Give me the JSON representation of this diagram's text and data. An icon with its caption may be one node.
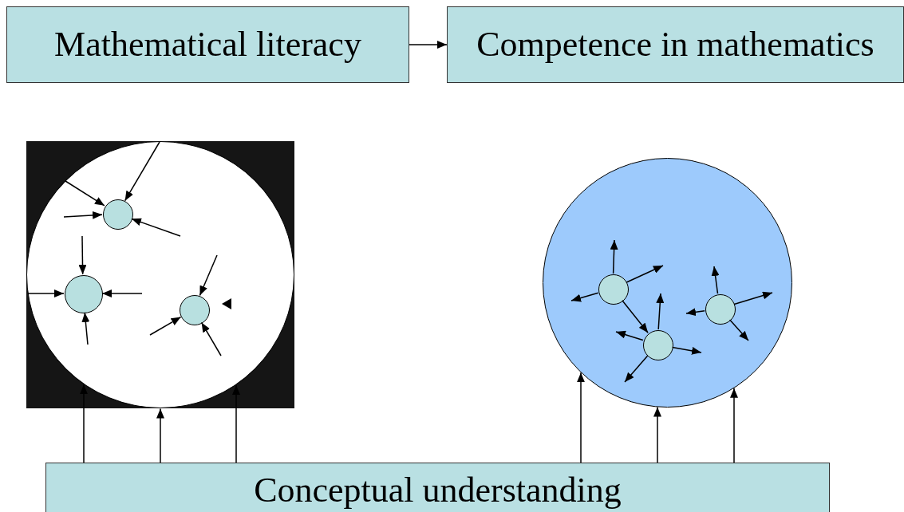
{
  "diagram": {
    "nodes": [
      {
        "text": [
          "Mathematical literacy"
        ]
      },
      {
        "text": [
          "Competence in mathematics"
        ]
      },
      {
        "text": [],
        "shape": "box"
      },
      {
        "text": [],
        "shape": "circle",
        "in": 2
      },
      {
        "text": [],
        "shape": "circle",
        "in": 3
      },
      {
        "text": [],
        "shape": "circle",
        "in": 3
      },
      {
        "text": [],
        "shape": "circle",
        "in": 3
      },
      {
        "text": [],
        "shape": "circle"
      },
      {
        "text": [],
        "shape": "circle",
        "in": 7
      },
      {
        "text": [],
        "shape": "circle",
        "in": 7
      },
      {
        "text": [],
        "shape": "circle",
        "in": 7
      },
      {
        "text": [
          "Conceptual understanding"
        ]
      }
    ],
    "edges": [
      {
        "from": 0,
        "to": 1,
        "arrow": "to"
      },
      {
        "from": 11,
        "to": 3,
        "arrow": "to"
      },
      {
        "from": 11,
        "to": 3,
        "arrow": "to"
      },
      {
        "from": 11,
        "to": 3,
        "arrow": "to"
      },
      {
        "from": 11,
        "to": 7,
        "arrow": "to"
      },
      {
        "from": 11,
        "to": 7,
        "arrow": "to"
      },
      {
        "from": 11,
        "to": 7,
        "arrow": "to"
      },
      {
        "from": null,
        "to": 4,
        "arrow": "to"
      },
      {
        "from": null,
        "to": 4,
        "arrow": "to"
      },
      {
        "from": null,
        "to": 4,
        "arrow": "to"
      },
      {
        "from": null,
        "to": 4,
        "arrow": "to"
      },
      {
        "from": null,
        "to": 5,
        "arrow": "to"
      },
      {
        "from": null,
        "to": 5,
        "arrow": "to"
      },
      {
        "from": null,
        "to": 5,
        "arrow": "to"
      },
      {
        "from": null,
        "to": 5,
        "arrow": "to"
      },
      {
        "from": null,
        "to": 6,
        "arrow": "to"
      },
      {
        "from": null,
        "to": 6,
        "arrow": "to"
      },
      {
        "from": null,
        "to": 6,
        "arrow": "to"
      },
      {
        "from": 8,
        "to": null,
        "arrow": "to"
      },
      {
        "from": 8,
        "to": null,
        "arrow": "to"
      },
      {
        "from": 8,
        "to": null,
        "arrow": "to"
      },
      {
        "from": 8,
        "to": 10,
        "arrow": "to"
      },
      {
        "from": 10,
        "to": null,
        "arrow": "to"
      },
      {
        "from": 10,
        "to": null,
        "arrow": "to"
      },
      {
        "from": 10,
        "to": null,
        "arrow": "to"
      },
      {
        "from": 10,
        "to": null,
        "arrow": "to"
      },
      {
        "from": 9,
        "to": null,
        "arrow": "to"
      },
      {
        "from": 9,
        "to": null,
        "arrow": "to"
      },
      {
        "from": 9,
        "to": null,
        "arrow": "to"
      },
      {
        "from": 9,
        "to": null,
        "arrow": "to"
      }
    ]
  }
}
